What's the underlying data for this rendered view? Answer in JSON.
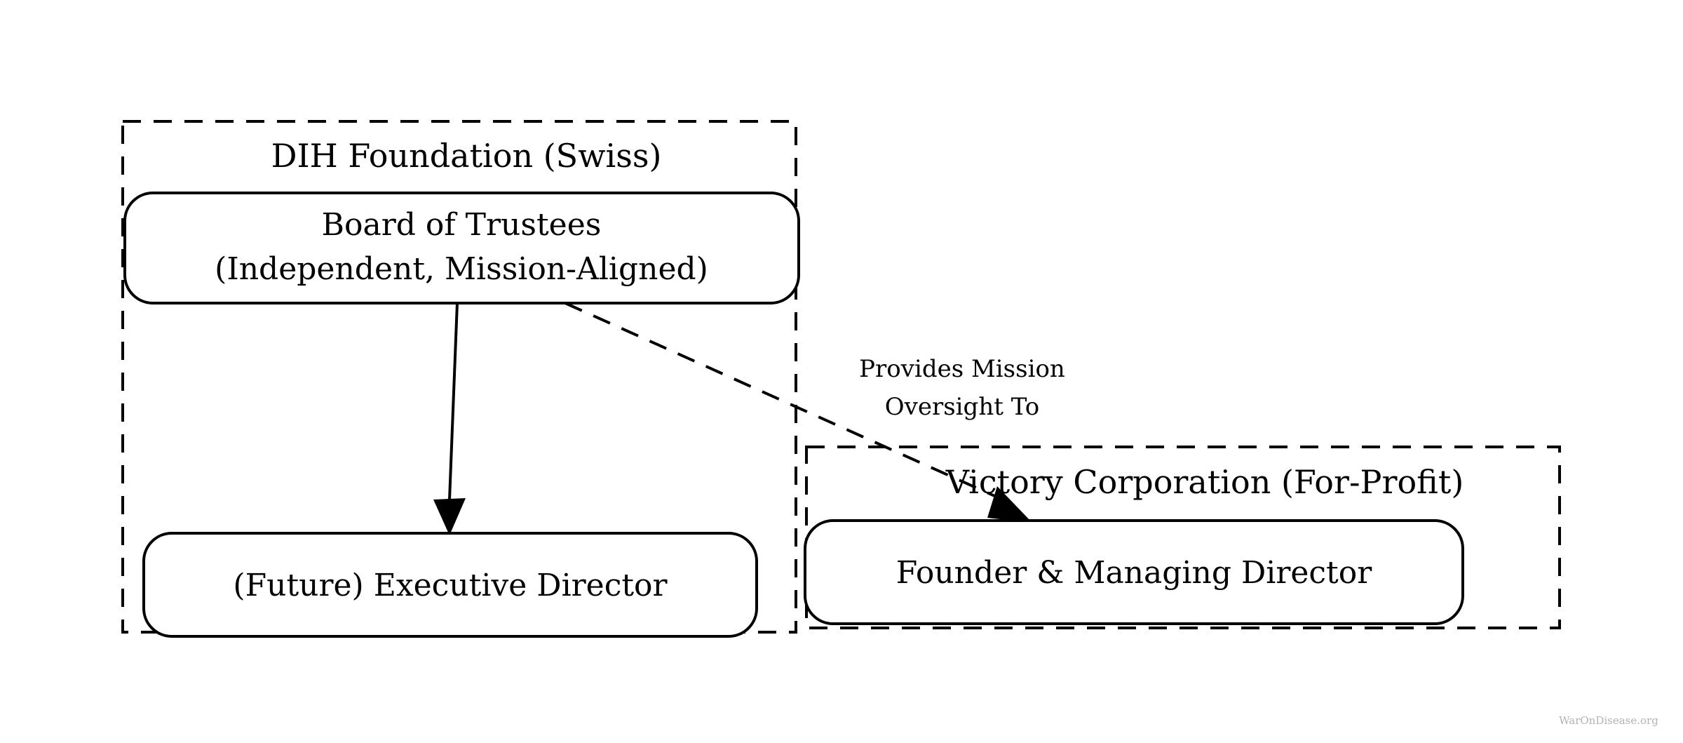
{
  "diagram": {
    "type": "org-chart",
    "background_color": "#ffffff",
    "line_color": "#000000",
    "clusters": [
      {
        "id": "dih-foundation",
        "label": "DIH Foundation (Swiss)",
        "border_style": "dashed",
        "nodes": [
          "board-of-trustees",
          "executive-director"
        ]
      },
      {
        "id": "victory-corporation",
        "label": "Victory Corporation (For-Profit)",
        "border_style": "dashed",
        "nodes": [
          "founder-managing-director"
        ]
      }
    ],
    "nodes": [
      {
        "id": "board-of-trustees",
        "shape": "rounded-rect",
        "line1": "Board of Trustees",
        "line2": "(Independent, Mission-Aligned)"
      },
      {
        "id": "executive-director",
        "shape": "rounded-rect",
        "line1": "(Future) Executive Director",
        "line2": ""
      },
      {
        "id": "founder-managing-director",
        "shape": "rounded-rect",
        "line1": "Founder & Managing Director",
        "line2": ""
      }
    ],
    "edges": [
      {
        "id": "trustees-to-exec-director",
        "from": "board-of-trustees",
        "to": "executive-director",
        "style": "solid",
        "arrow": "filled-triangle",
        "label_line1": "",
        "label_line2": ""
      },
      {
        "id": "trustees-to-founder",
        "from": "board-of-trustees",
        "to": "founder-managing-director",
        "style": "dashed",
        "arrow": "filled-triangle",
        "label_line1": "Provides Mission",
        "label_line2": "Oversight To"
      }
    ]
  },
  "watermark": {
    "text": "WarOnDisease.org",
    "color": "#b3b3b3"
  }
}
